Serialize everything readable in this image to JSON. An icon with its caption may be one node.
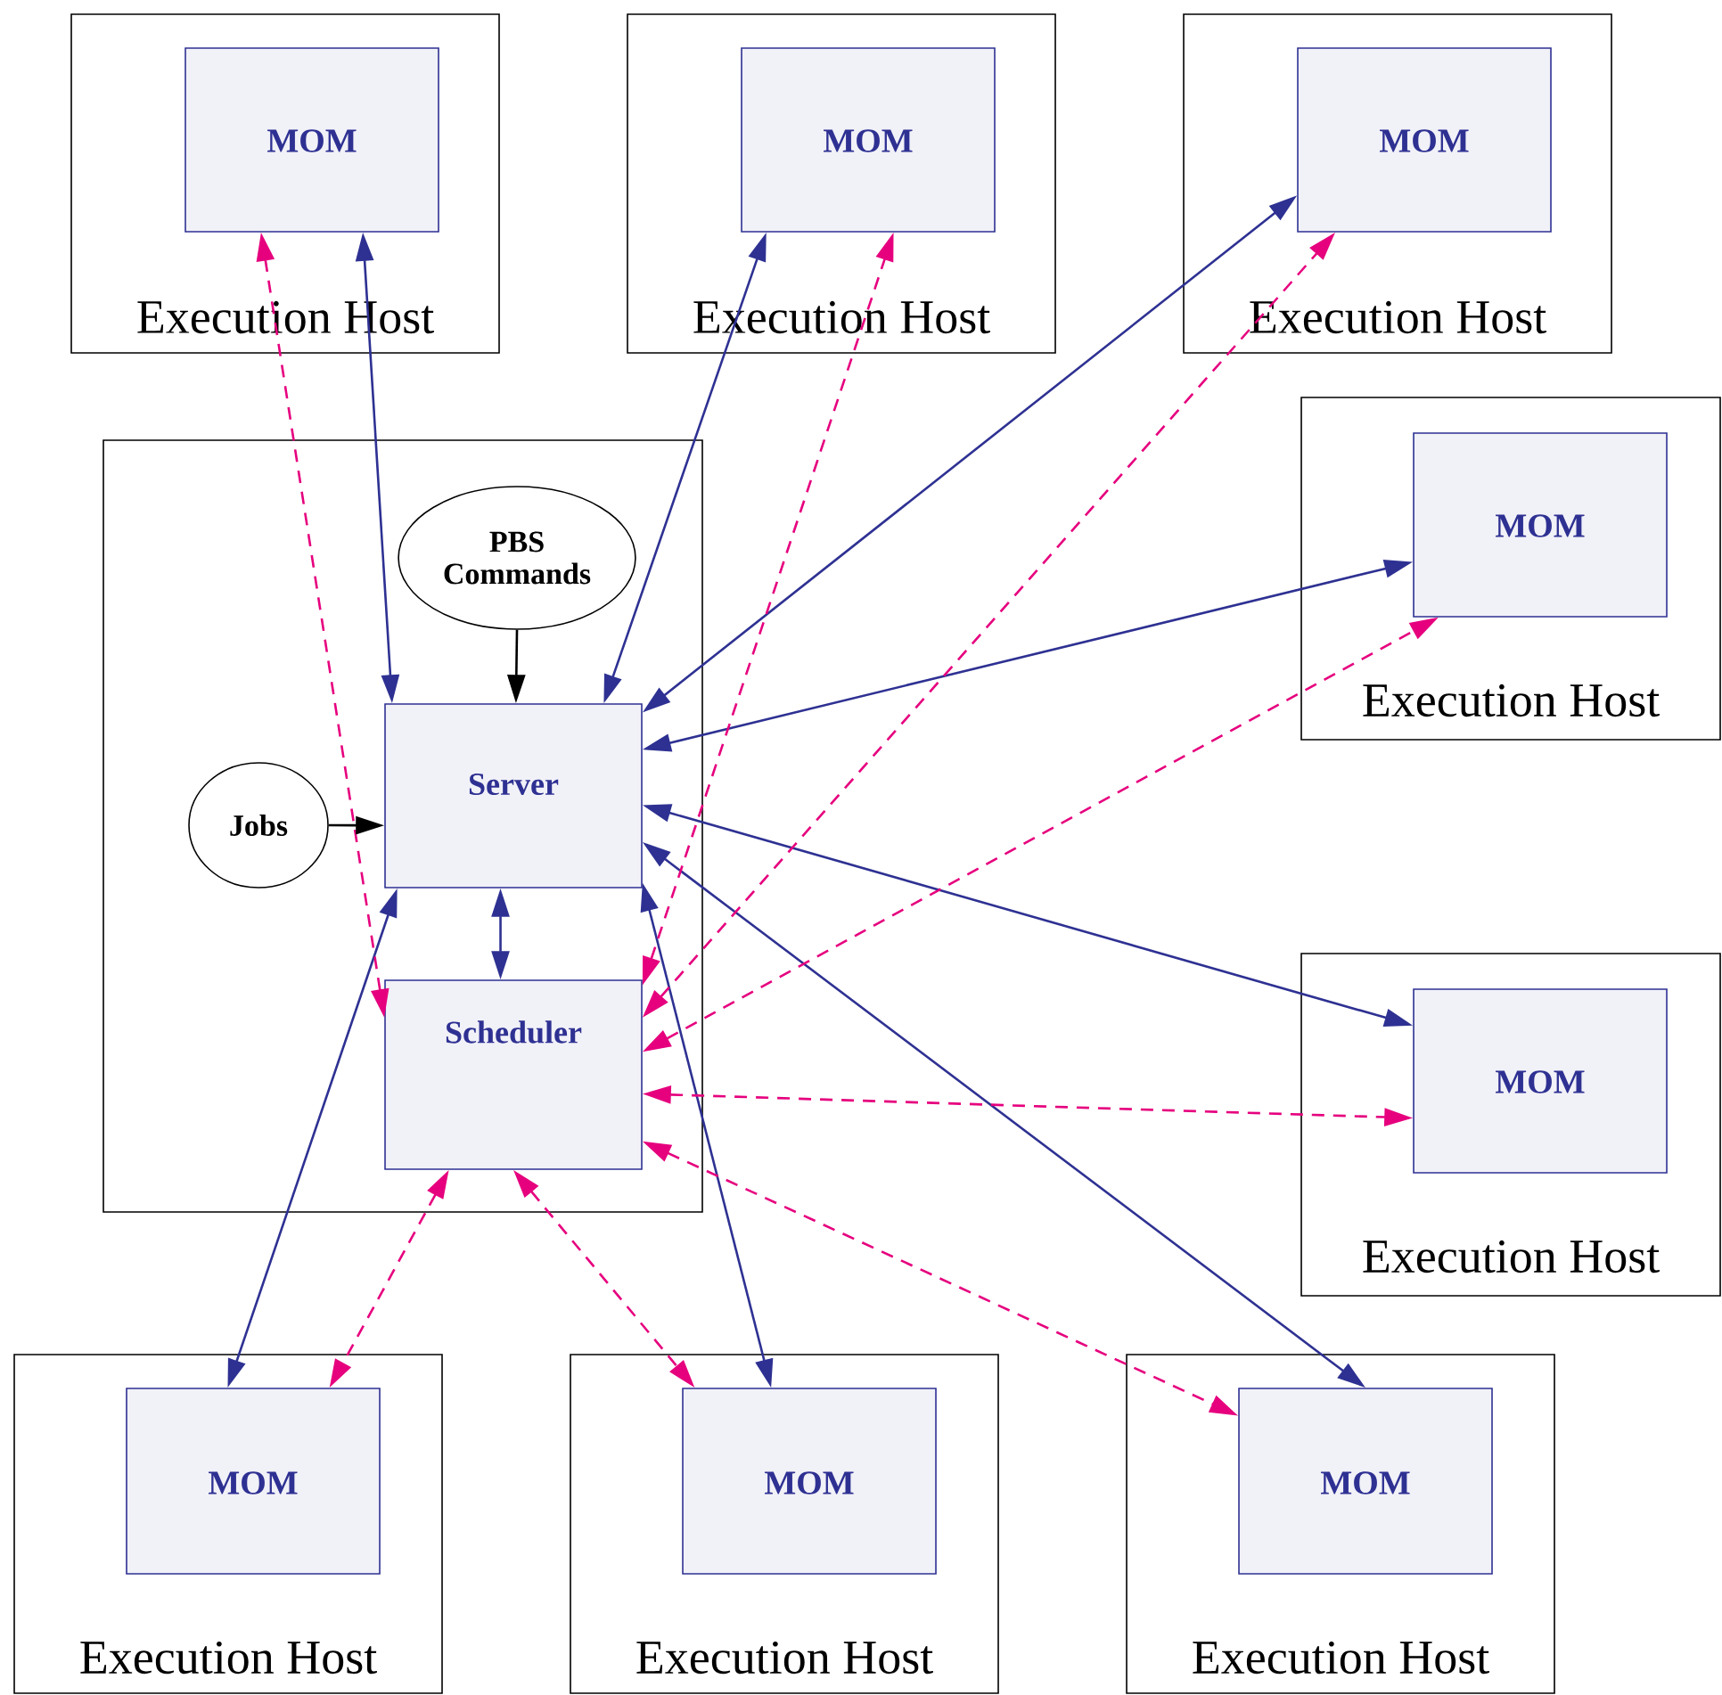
{
  "diagram": {
    "nodes": [
      {
        "text": [
          "Execution Host"
        ]
      },
      {
        "text": [
          "MOM"
        ],
        "in": 0
      },
      {
        "text": [
          "Execution Host"
        ]
      },
      {
        "text": [
          "MOM"
        ],
        "in": 2
      },
      {
        "text": [
          "Execution Host"
        ]
      },
      {
        "text": [
          "MOM"
        ],
        "in": 4
      },
      {
        "text": [],
        "shape": "box"
      },
      {
        "text": [
          "PBS Commands"
        ],
        "in": 6
      },
      {
        "text": [
          "Server"
        ],
        "in": 6
      },
      {
        "text": [
          "Jobs"
        ],
        "in": 6
      },
      {
        "text": [
          "Scheduler"
        ],
        "in": 6
      },
      {
        "text": [
          "Execution Host"
        ]
      },
      {
        "text": [
          "MOM"
        ],
        "in": 11
      },
      {
        "text": [
          "Execution Host"
        ]
      },
      {
        "text": [
          "MOM"
        ],
        "in": 13
      },
      {
        "text": [
          "Execution Host"
        ]
      },
      {
        "text": [
          "MOM"
        ],
        "in": 15
      },
      {
        "text": [
          "Execution Host"
        ]
      },
      {
        "text": [
          "MOM"
        ],
        "in": 17
      },
      {
        "text": [
          "Execution Host"
        ]
      },
      {
        "text": [
          "MOM"
        ],
        "in": 19
      }
    ],
    "edges": [
      {
        "from": 8,
        "to": 1,
        "arrow": "both"
      },
      {
        "from": 8,
        "to": 3,
        "arrow": "both"
      },
      {
        "from": 8,
        "to": 5,
        "arrow": "both"
      },
      {
        "from": 8,
        "to": 12,
        "arrow": "both"
      },
      {
        "from": 8,
        "to": 14,
        "arrow": "both"
      },
      {
        "from": 8,
        "to": 16,
        "arrow": "both"
      },
      {
        "from": 8,
        "to": 18,
        "arrow": "both"
      },
      {
        "from": 8,
        "to": 20,
        "arrow": "both"
      },
      {
        "from": 8,
        "to": 10,
        "arrow": "both"
      },
      {
        "from": 10,
        "to": 1,
        "arrow": "both",
        "style": "dashed",
        "color": "#e6007e"
      },
      {
        "from": 10,
        "to": 3,
        "arrow": "both",
        "style": "dashed",
        "color": "#e6007e"
      },
      {
        "from": 10,
        "to": 5,
        "arrow": "both",
        "style": "dashed",
        "color": "#e6007e"
      },
      {
        "from": 10,
        "to": 12,
        "arrow": "both",
        "style": "dashed",
        "color": "#e6007e"
      },
      {
        "from": 10,
        "to": 14,
        "arrow": "both",
        "style": "dashed",
        "color": "#e6007e"
      },
      {
        "from": 10,
        "to": 16,
        "arrow": "both",
        "style": "dashed",
        "color": "#e6007e"
      },
      {
        "from": 10,
        "to": 18,
        "arrow": "both",
        "style": "dashed",
        "color": "#e6007e"
      },
      {
        "from": 10,
        "to": 20,
        "arrow": "both",
        "style": "dashed",
        "color": "#e6007e"
      },
      {
        "from": 7,
        "to": 8,
        "arrow": "to",
        "color": "#000000"
      },
      {
        "from": 9,
        "to": 8,
        "arrow": "to",
        "color": "#000000"
      }
    ]
  }
}
